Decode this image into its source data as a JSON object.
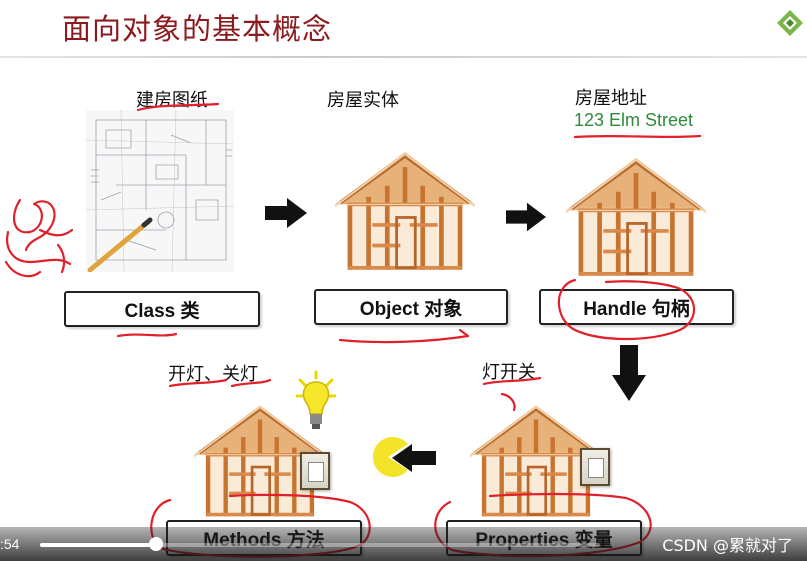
{
  "slide": {
    "title": "面向对象的基本概念",
    "top_row": [
      {
        "caption": "建房图纸",
        "label": "Class 类"
      },
      {
        "caption": "房屋实体",
        "label": "Object 对象"
      },
      {
        "caption": "房屋地址",
        "subcaption": "123 Elm Street",
        "label": "Handle 句柄"
      }
    ],
    "bottom_row": [
      {
        "caption": "开灯、关灯",
        "label": "Methods 方法"
      },
      {
        "caption": "灯开关",
        "label": "Properties 变量"
      }
    ]
  },
  "video": {
    "time": ":54",
    "progress": 0.208
  },
  "watermark": "CSDN @累就对了",
  "colors": {
    "title": "#8b1a1f",
    "address": "#2e8b3c",
    "annotation": "#e0202a",
    "wood": "#d98a4a"
  }
}
